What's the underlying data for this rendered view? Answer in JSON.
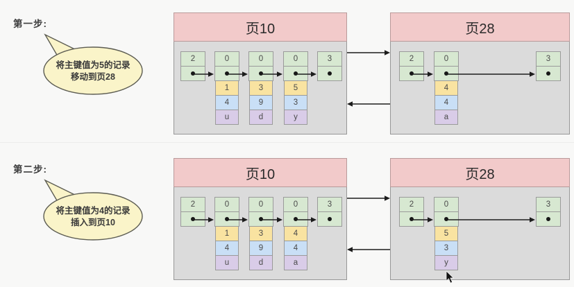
{
  "background": "#f8f8f7",
  "colors": {
    "page_header_bg": "#f2caca",
    "page_header_border": "#b99a9a",
    "page_body_bg": "#dbdbdb",
    "page_body_border": "#979797",
    "record_green": "#d7e8d1",
    "field_yellow": "#f9e3a1",
    "field_blue": "#c9dff6",
    "field_purple": "#d9cce8",
    "bubble_fill": "#faf4c9",
    "bubble_border": "#5c5c52",
    "arrow": "#1c1c1c"
  },
  "icons": {
    "cursor": "mouse-pointer-icon"
  },
  "steps": [
    {
      "label": "第一步:",
      "bubble": {
        "line1": "将主键值为5的记录",
        "line2": "移动到页28"
      },
      "pages": [
        {
          "title": "页10",
          "records": [
            {
              "header": "2",
              "fields": []
            },
            {
              "header": "0",
              "fields": [
                "1",
                "4",
                "u"
              ]
            },
            {
              "header": "0",
              "fields": [
                "3",
                "9",
                "d"
              ]
            },
            {
              "header": "0",
              "fields": [
                "5",
                "3",
                "y"
              ]
            },
            {
              "header": "3",
              "fields": []
            }
          ]
        },
        {
          "title": "页28",
          "records": [
            {
              "header": "2",
              "fields": []
            },
            {
              "header": "0",
              "fields": [
                "4",
                "4",
                "a"
              ]
            },
            {
              "header": "3",
              "fields": []
            }
          ]
        }
      ]
    },
    {
      "label": "第二步:",
      "bubble": {
        "line1": "将主键值为4的记录",
        "line2": "插入到页10"
      },
      "pages": [
        {
          "title": "页10",
          "records": [
            {
              "header": "2",
              "fields": []
            },
            {
              "header": "0",
              "fields": [
                "1",
                "4",
                "u"
              ]
            },
            {
              "header": "0",
              "fields": [
                "3",
                "9",
                "d"
              ]
            },
            {
              "header": "0",
              "fields": [
                "4",
                "4",
                "a"
              ]
            },
            {
              "header": "3",
              "fields": []
            }
          ]
        },
        {
          "title": "页28",
          "records": [
            {
              "header": "2",
              "fields": []
            },
            {
              "header": "0",
              "fields": [
                "5",
                "3",
                "y"
              ]
            },
            {
              "header": "3",
              "fields": []
            }
          ]
        }
      ]
    }
  ]
}
